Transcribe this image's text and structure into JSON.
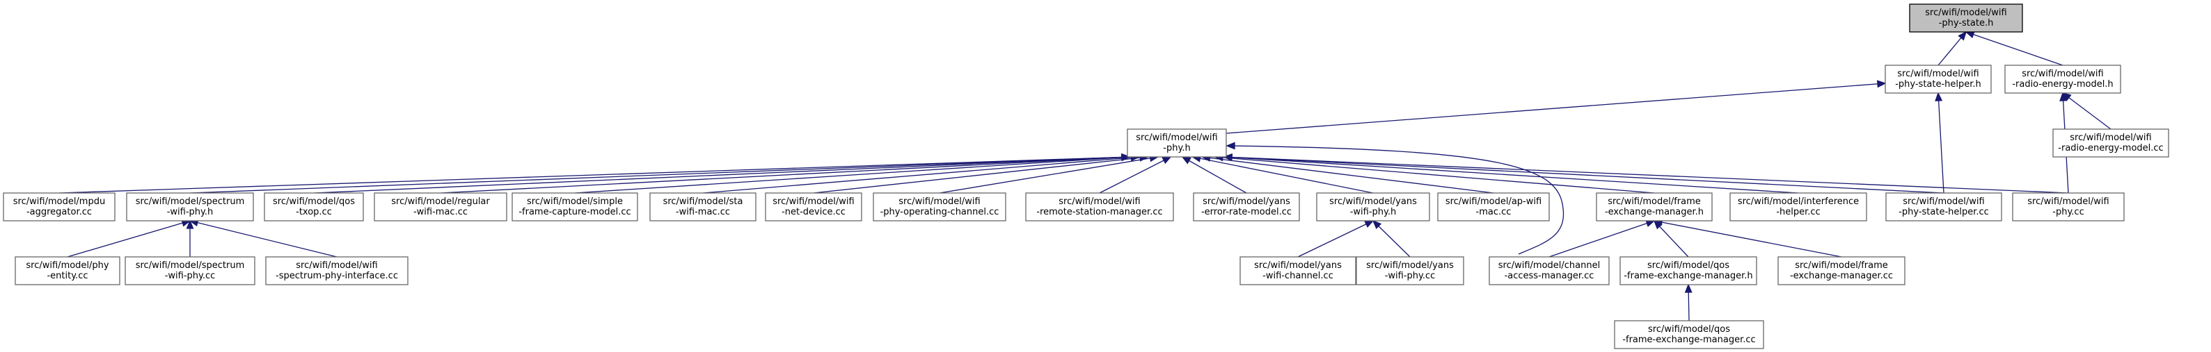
{
  "graph": {
    "nodes": [
      {
        "id": "root",
        "label": [
          "src/wifi/model/wifi",
          "-phy-state.h"
        ],
        "highlighted": true
      },
      {
        "id": "psh_h",
        "label": [
          "src/wifi/model/wifi",
          "-phy-state-helper.h"
        ]
      },
      {
        "id": "rem_h",
        "label": [
          "src/wifi/model/wifi",
          "-radio-energy-model.h"
        ]
      },
      {
        "id": "phy_h",
        "label": [
          "src/wifi/model/wifi",
          "-phy.h"
        ]
      },
      {
        "id": "rem_cc",
        "label": [
          "src/wifi/model/wifi",
          "-radio-energy-model.cc"
        ]
      },
      {
        "id": "mpdu",
        "label": [
          "src/wifi/model/mpdu",
          "-aggregator.cc"
        ]
      },
      {
        "id": "spec_h",
        "label": [
          "src/wifi/model/spectrum",
          "-wifi-phy.h"
        ]
      },
      {
        "id": "qos_txop",
        "label": [
          "src/wifi/model/qos",
          "-txop.cc"
        ]
      },
      {
        "id": "regular",
        "label": [
          "src/wifi/model/regular",
          "-wifi-mac.cc"
        ]
      },
      {
        "id": "simple",
        "label": [
          "src/wifi/model/simple",
          "-frame-capture-model.cc"
        ]
      },
      {
        "id": "sta",
        "label": [
          "src/wifi/model/sta",
          "-wifi-mac.cc"
        ]
      },
      {
        "id": "netdev",
        "label": [
          "src/wifi/model/wifi",
          "-net-device.cc"
        ]
      },
      {
        "id": "opchan",
        "label": [
          "src/wifi/model/wifi",
          "-phy-operating-channel.cc"
        ]
      },
      {
        "id": "rsm",
        "label": [
          "src/wifi/model/wifi",
          "-remote-station-manager.cc"
        ]
      },
      {
        "id": "yerr",
        "label": [
          "src/wifi/model/yans",
          "-error-rate-model.cc"
        ]
      },
      {
        "id": "yphy_h",
        "label": [
          "src/wifi/model/yans",
          "-wifi-phy.h"
        ]
      },
      {
        "id": "apmac",
        "label": [
          "src/wifi/model/ap-wifi",
          "-mac.cc"
        ]
      },
      {
        "id": "fem_h",
        "label": [
          "src/wifi/model/frame",
          "-exchange-manager.h"
        ]
      },
      {
        "id": "interf",
        "label": [
          "src/wifi/model/interference",
          "-helper.cc"
        ]
      },
      {
        "id": "psh_cc",
        "label": [
          "src/wifi/model/wifi",
          "-phy-state-helper.cc"
        ]
      },
      {
        "id": "phy_cc",
        "label": [
          "src/wifi/model/wifi",
          "-phy.cc"
        ]
      },
      {
        "id": "phyent",
        "label": [
          "src/wifi/model/phy",
          "-entity.cc"
        ]
      },
      {
        "id": "spec_cc",
        "label": [
          "src/wifi/model/spectrum",
          "-wifi-phy.cc"
        ]
      },
      {
        "id": "spif",
        "label": [
          "src/wifi/model/wifi",
          "-spectrum-phy-interface.cc"
        ]
      },
      {
        "id": "ychan",
        "label": [
          "src/wifi/model/yans",
          "-wifi-channel.cc"
        ]
      },
      {
        "id": "yphy_cc",
        "label": [
          "src/wifi/model/yans",
          "-wifi-phy.cc"
        ]
      },
      {
        "id": "cam",
        "label": [
          "src/wifi/model/channel",
          "-access-manager.cc"
        ]
      },
      {
        "id": "qfem_h",
        "label": [
          "src/wifi/model/qos",
          "-frame-exchange-manager.h"
        ]
      },
      {
        "id": "fem_cc",
        "label": [
          "src/wifi/model/frame",
          "-exchange-manager.cc"
        ]
      },
      {
        "id": "qfem_cc",
        "label": [
          "src/wifi/model/qos",
          "-frame-exchange-manager.cc"
        ]
      }
    ],
    "edges": [
      [
        "root",
        "psh_h"
      ],
      [
        "root",
        "rem_h"
      ],
      [
        "psh_h",
        "phy_h"
      ],
      [
        "psh_h",
        "psh_cc"
      ],
      [
        "rem_h",
        "rem_cc"
      ],
      [
        "rem_h",
        "phy_cc"
      ],
      [
        "phy_h",
        "mpdu"
      ],
      [
        "phy_h",
        "spec_h"
      ],
      [
        "phy_h",
        "qos_txop"
      ],
      [
        "phy_h",
        "regular"
      ],
      [
        "phy_h",
        "simple"
      ],
      [
        "phy_h",
        "sta"
      ],
      [
        "phy_h",
        "netdev"
      ],
      [
        "phy_h",
        "opchan"
      ],
      [
        "phy_h",
        "rsm"
      ],
      [
        "phy_h",
        "yerr"
      ],
      [
        "phy_h",
        "yphy_h"
      ],
      [
        "phy_h",
        "apmac"
      ],
      [
        "phy_h",
        "fem_h"
      ],
      [
        "phy_h",
        "interf"
      ],
      [
        "phy_h",
        "psh_cc"
      ],
      [
        "phy_h",
        "phy_cc"
      ],
      [
        "phy_h",
        "cam"
      ],
      [
        "spec_h",
        "phyent"
      ],
      [
        "spec_h",
        "spec_cc"
      ],
      [
        "spec_h",
        "spif"
      ],
      [
        "yphy_h",
        "ychan"
      ],
      [
        "yphy_h",
        "yphy_cc"
      ],
      [
        "fem_h",
        "cam"
      ],
      [
        "fem_h",
        "qfem_h"
      ],
      [
        "fem_h",
        "fem_cc"
      ],
      [
        "qfem_h",
        "qfem_cc"
      ]
    ]
  }
}
